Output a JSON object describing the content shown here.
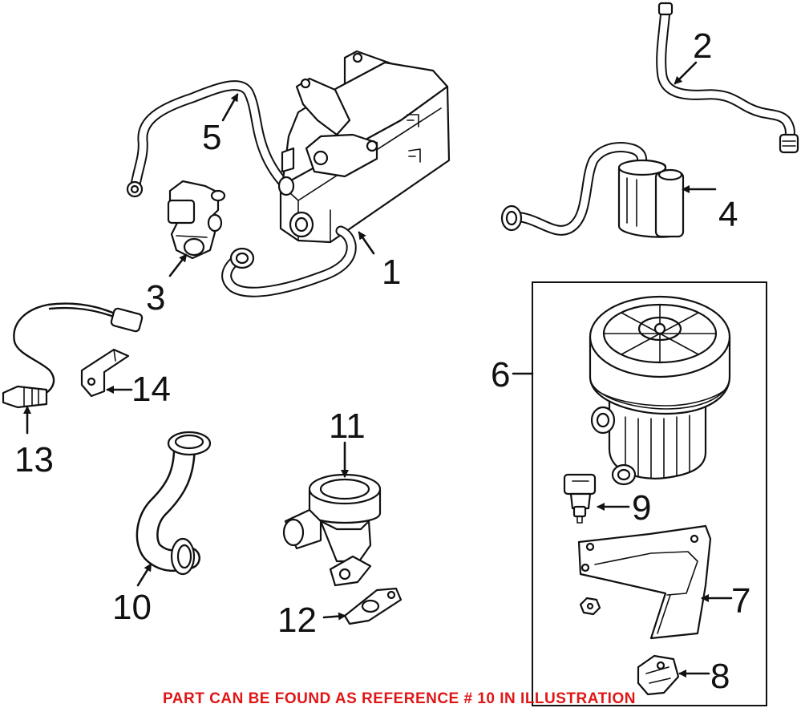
{
  "callouts": {
    "c1": "1",
    "c2": "2",
    "c3": "3",
    "c4": "4",
    "c5": "5",
    "c6": "6",
    "c7": "7",
    "c8": "8",
    "c9": "9",
    "c10": "10",
    "c11": "11",
    "c12": "12",
    "c13": "13",
    "c14": "14"
  },
  "footer": {
    "note": "PART CAN BE FOUND AS REFERENCE # 10 IN ILLUSTRATION",
    "note_color": "#e01616"
  },
  "colors": {
    "line": "#111111",
    "background": "#ffffff"
  }
}
